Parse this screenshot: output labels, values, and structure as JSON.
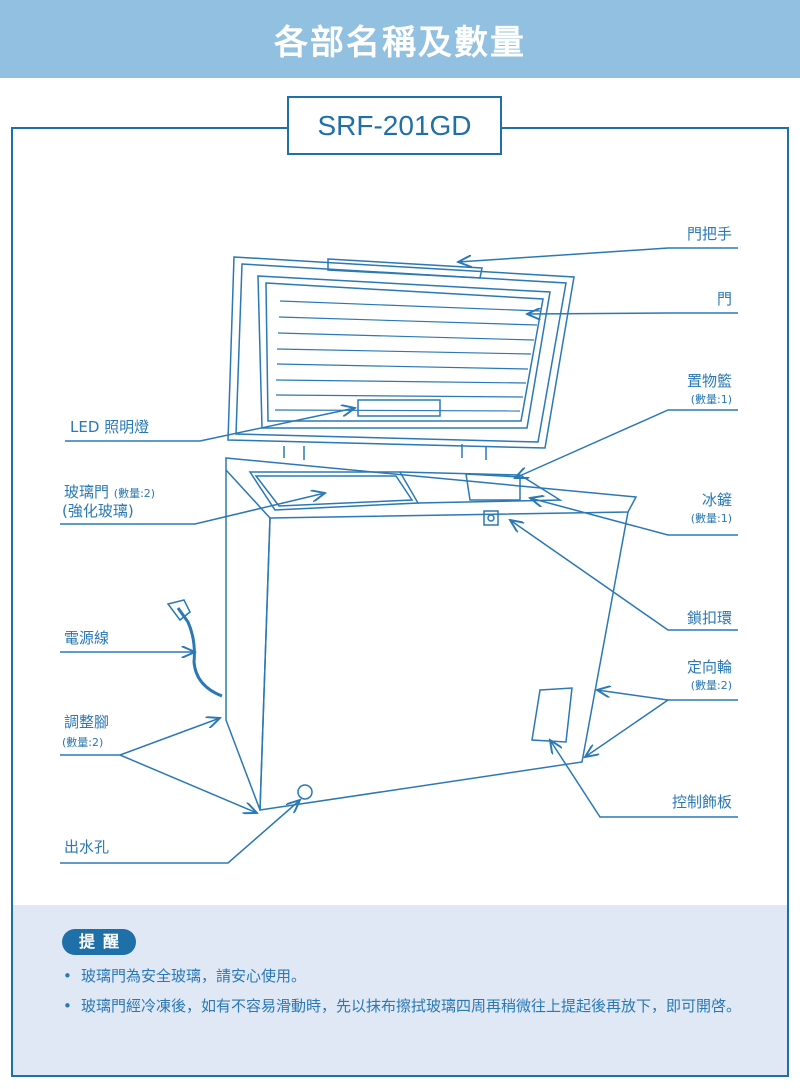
{
  "header": {
    "title": "各部名稱及數量"
  },
  "model": "SRF-201GD",
  "parts": {
    "handle": "門把手",
    "door": "門",
    "basket": "置物籃",
    "basket_qty": "(數量:1)",
    "led": "LED 照明燈",
    "glass_door": "玻璃門",
    "glass_door_qty": "(數量:2)",
    "glass_door_note": "(強化玻璃)",
    "ice_scraper": "冰鏟",
    "ice_scraper_qty": "(數量:1)",
    "lock_ring": "鎖扣環",
    "power_cord": "電源線",
    "caster": "定向輪",
    "caster_qty": "(數量:2)",
    "feet": "調整腳",
    "feet_qty": "(數量:2)",
    "control_panel": "控制飾板",
    "drain": "出水孔"
  },
  "notes": {
    "title": "提醒",
    "items": [
      "玻璃門為安全玻璃，請安心使用。",
      "玻璃門經冷凍後，如有不容易滑動時，先以抹布擦拭玻璃四周再稍微往上提起後再放下，即可開啓。"
    ]
  },
  "colors": {
    "header": "#92c0e0",
    "accent": "#1f6fa9",
    "notes_bg": "#dfe8f4"
  }
}
